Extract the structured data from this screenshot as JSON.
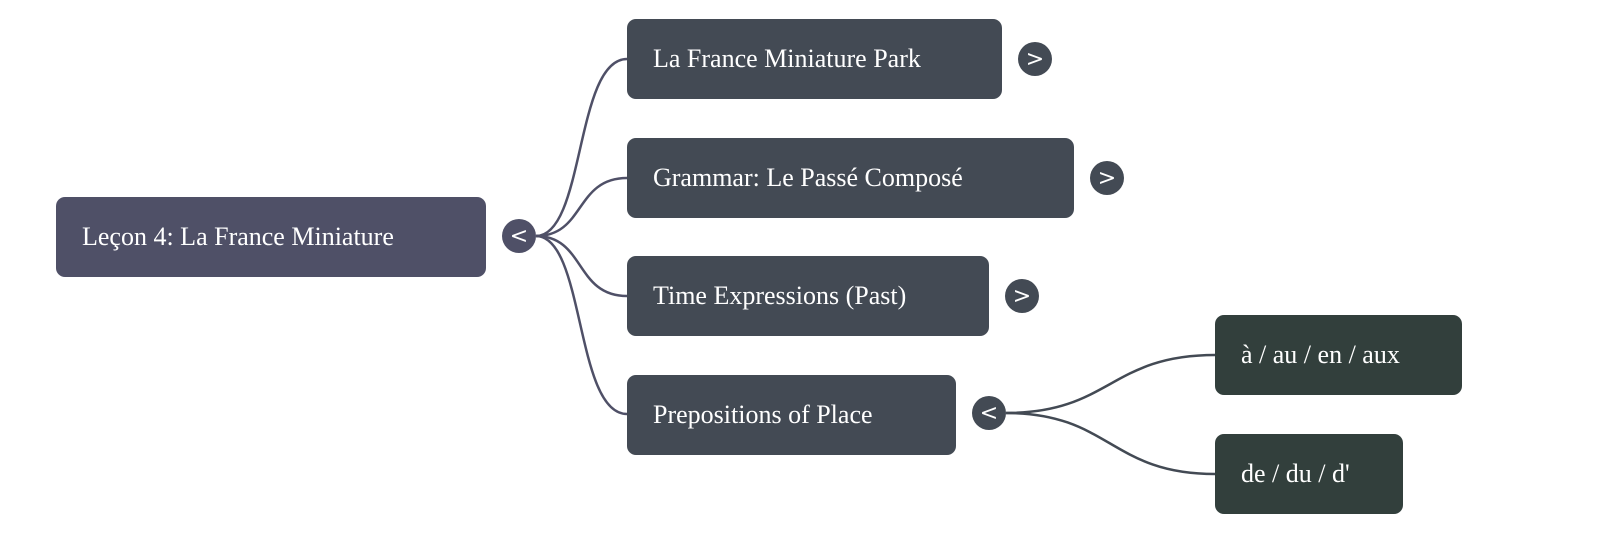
{
  "root": {
    "label": "Leçon 4: La France Miniature",
    "toggle": "<"
  },
  "children": [
    {
      "label": "La France Miniature Park",
      "toggle": ">"
    },
    {
      "label": "Grammar: Le Passé Composé",
      "toggle": ">"
    },
    {
      "label": "Time Expressions (Past)",
      "toggle": ">"
    },
    {
      "label": "Prepositions of Place",
      "toggle": "<"
    }
  ],
  "grandchildren": [
    {
      "label": "à / au / en / aux"
    },
    {
      "label": "de / du / d'"
    }
  ],
  "colors": {
    "root": "#4f5067",
    "level1": "#434a54",
    "level2": "#323f3c",
    "edge": "#4f5067"
  }
}
